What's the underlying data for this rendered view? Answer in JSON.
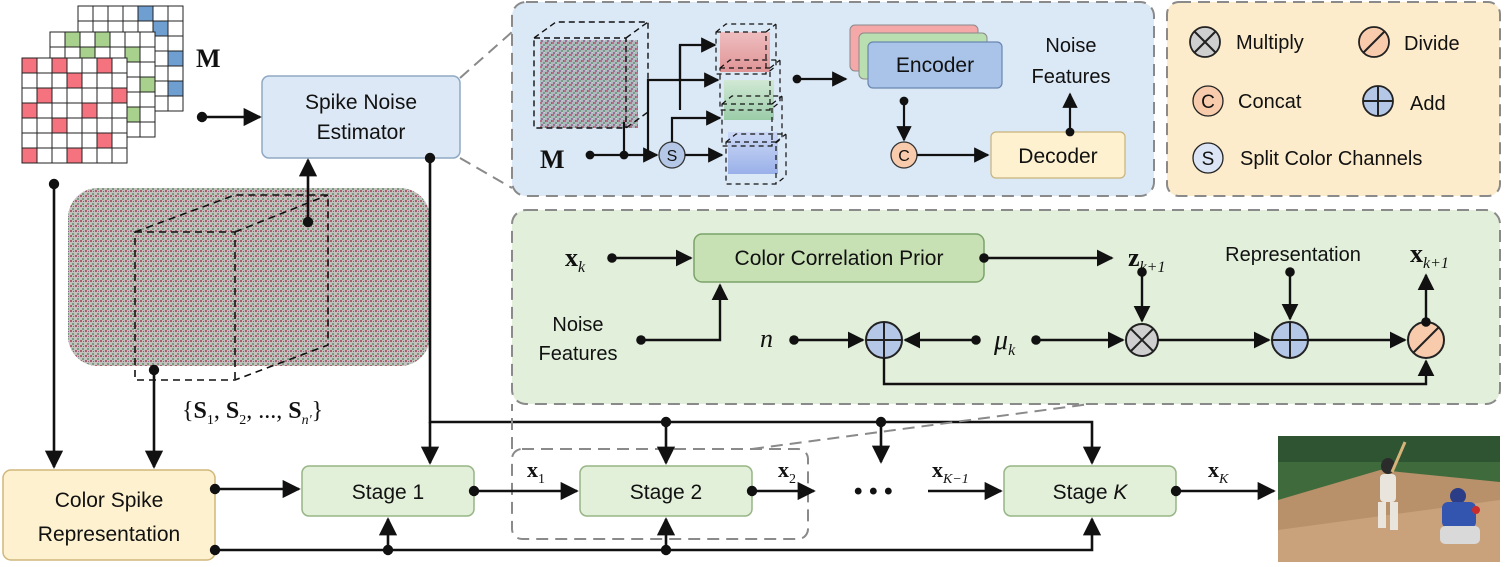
{
  "colors": {
    "estimator_fill": "#dce8f5",
    "stage_fill": "#e2efd9",
    "repr_fill": "#fdf1cf",
    "legend_fill": "#fdeccb",
    "detail_blue_fill": "#dbe8f6",
    "detail_green_fill": "#e2efda",
    "encoder_fill": "#a9c4e8",
    "circle_blue": "#b4c7e7",
    "circle_orange": "#f8cbad",
    "mask_red": "#f4737e",
    "mask_green": "#a9d18e",
    "mask_blue": "#6f9fd0"
  },
  "overview": {
    "mask_label": "M",
    "spike_set_label": "{S1, S2, ..., Sn'}",
    "spike_noise_estimator": [
      "Spike Noise",
      "Estimator"
    ],
    "color_spike_representation": [
      "Color Spike",
      "Representation"
    ],
    "stage_1": "Stage 1",
    "stage_2": "Stage 2",
    "stage_k": "Stage",
    "stage_k_italic": "K",
    "x1": "x",
    "x1_sub": "1",
    "x2": "x",
    "x2_sub": "2",
    "xk_minus_1": "x",
    "xk_minus_1_sub": "K−1",
    "xk_final": "x",
    "xk_final_sub": "K",
    "ellipsis": "• • •"
  },
  "noise_estimator_detail": {
    "mask_label": "M",
    "split_symbol": "S",
    "concat_symbol": "C",
    "encoder": "Encoder",
    "decoder": "Decoder",
    "noise_features": [
      "Noise",
      "Features"
    ]
  },
  "legend": {
    "multiply": "Multiply",
    "divide": "Divide",
    "concat_symbol": "C",
    "concat": "Concat",
    "add": "Add",
    "split_symbol": "S",
    "split": "Split Color Channels"
  },
  "stage_detail": {
    "xk": "x",
    "xk_sub": "k",
    "color_correlation_prior": "Color Correlation Prior",
    "zk1": "z",
    "zk1_sub": "k+1",
    "representation": "Representation",
    "xk1": "x",
    "xk1_sub": "k+1",
    "noise_features": [
      "Noise",
      "Features"
    ],
    "n": "n",
    "mu": "μ",
    "mu_sub": "k"
  }
}
